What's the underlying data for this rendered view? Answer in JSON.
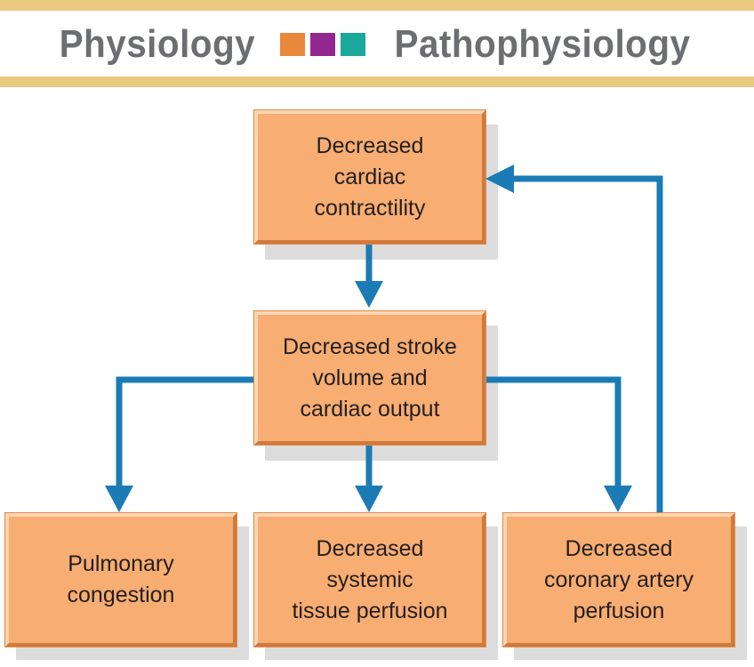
{
  "header": {
    "left_word": "Physiology",
    "right_word": "Pathophysiology",
    "swatch_colors": [
      "#e8883a",
      "#92278f",
      "#1aa79c"
    ],
    "band_color": "#e9c97c"
  },
  "nodes": {
    "contractility": "Decreased\ncardiac\ncontractility",
    "stroke_volume": "Decreased stroke\nvolume and\ncardiac output",
    "pulmonary": "Pulmonary\ncongestion",
    "systemic": "Decreased\nsystemic\ntissue perfusion",
    "coronary": "Decreased\ncoronary artery\nperfusion"
  },
  "colors": {
    "arrow": "#1b7bb5",
    "box_fill": "#f8ad72"
  }
}
